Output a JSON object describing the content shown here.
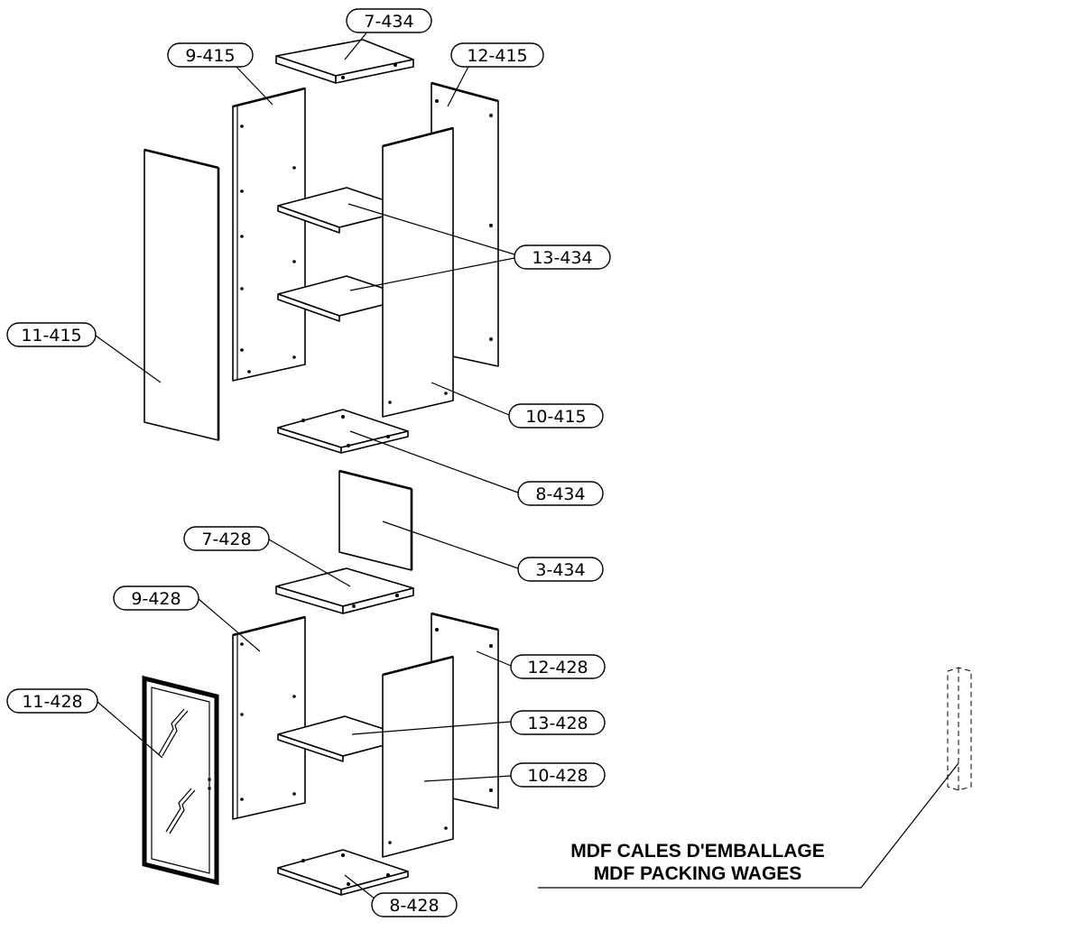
{
  "callouts": [
    {
      "id": "c1",
      "label": "7-434"
    },
    {
      "id": "c2",
      "label": "9-415"
    },
    {
      "id": "c3",
      "label": "12-415"
    },
    {
      "id": "c4",
      "label": "13-434"
    },
    {
      "id": "c5",
      "label": "11-415"
    },
    {
      "id": "c6",
      "label": "10-415"
    },
    {
      "id": "c7",
      "label": "8-434"
    },
    {
      "id": "c8",
      "label": "3-434"
    },
    {
      "id": "c9",
      "label": "7-428"
    },
    {
      "id": "c10",
      "label": "9-428"
    },
    {
      "id": "c11",
      "label": "12-428"
    },
    {
      "id": "c12",
      "label": "11-428"
    },
    {
      "id": "c13",
      "label": "13-428"
    },
    {
      "id": "c14",
      "label": "10-428"
    },
    {
      "id": "c15",
      "label": "8-428"
    }
  ],
  "note": {
    "line1": "MDF CALES D'EMBALLAGE",
    "line2": "MDF PACKING WAGES"
  }
}
